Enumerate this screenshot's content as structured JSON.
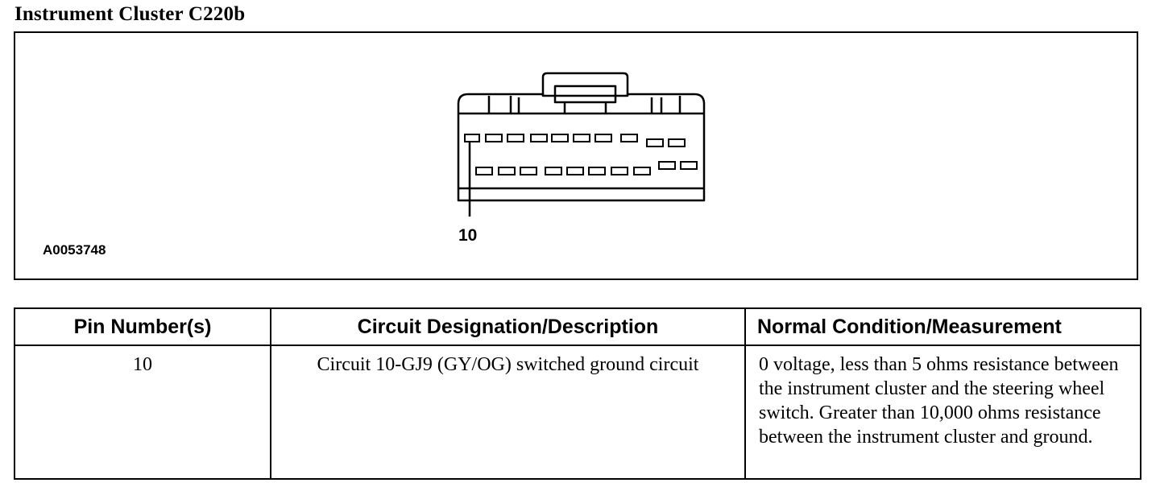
{
  "title": "Instrument Cluster C220b",
  "figure": {
    "id": "A0053748",
    "pin_callout": "10"
  },
  "table": {
    "headers": [
      "Pin Number(s)",
      "Circuit Designation/Description",
      "Normal Condition/Measurement"
    ],
    "rows": [
      {
        "pin": "10",
        "circuit": "Circuit 10-GJ9 (GY/OG) switched ground circuit",
        "condition": "0 voltage, less than 5 ohms resistance between the instrument cluster and the steering wheel switch. Greater than 10,000 ohms resistance between the instrument cluster and ground."
      }
    ]
  }
}
